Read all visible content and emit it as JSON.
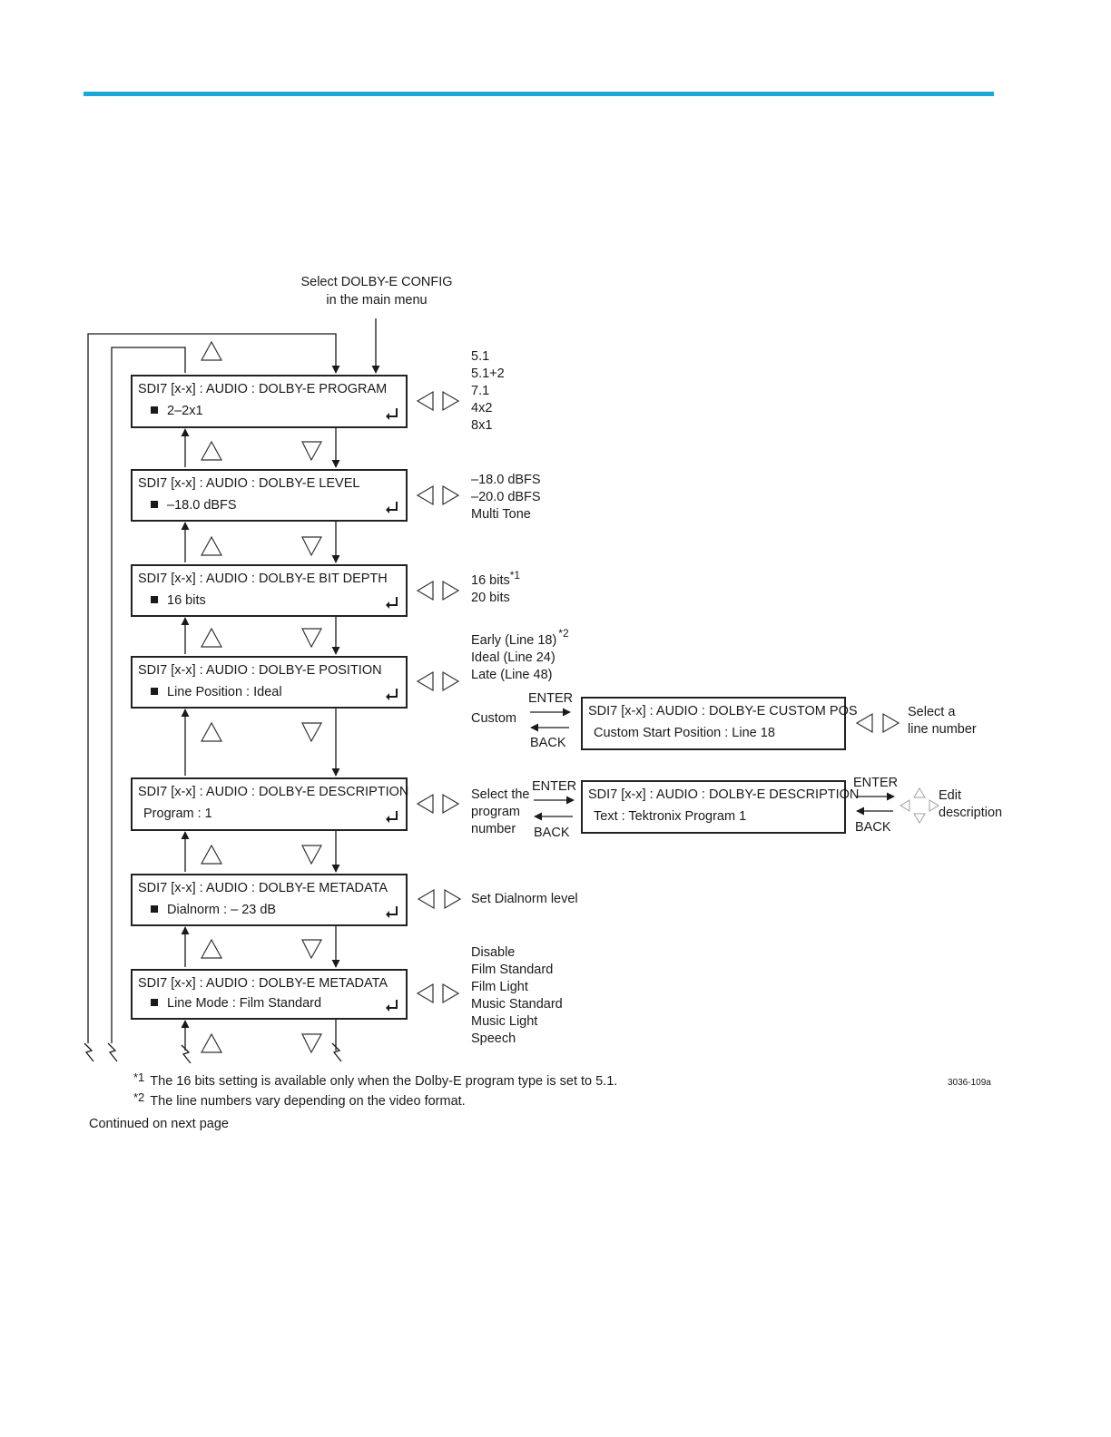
{
  "header": {
    "accent_color": "#1ba8d6"
  },
  "diagram": {
    "start_note": [
      "Select DOLBY-E CONFIG",
      "in the main menu"
    ],
    "menus": [
      {
        "title": "SDI7 [x-x] : AUDIO : DOLBY-E PROGRAM",
        "value": "2–2x1",
        "bullet": true
      },
      {
        "title": "SDI7 [x-x] : AUDIO : DOLBY-E LEVEL",
        "value": "–18.0 dBFS",
        "bullet": true
      },
      {
        "title": "SDI7 [x-x] : AUDIO : DOLBY-E BIT DEPTH",
        "value": "16 bits",
        "bullet": true
      },
      {
        "title": "SDI7 [x-x] : AUDIO : DOLBY-E POSITION",
        "value": "Line Position :  Ideal",
        "bullet": true
      },
      {
        "title": "SDI7 [x-x] : AUDIO : DOLBY-E DESCRIPTION",
        "value": "Program :  1",
        "bullet": false
      },
      {
        "title": "SDI7 [x-x] : AUDIO : DOLBY-E METADATA",
        "value": "Dialnorm :  – 23 dB",
        "bullet": true
      },
      {
        "title": "SDI7 [x-x] : AUDIO : DOLBY-E METADATA",
        "value": "Line Mode :  Film Standard",
        "bullet": true
      }
    ],
    "options": {
      "program": [
        "5.1",
        "5.1+2",
        "7.1",
        "4x2",
        "8x1"
      ],
      "level": [
        "–18.0 dBFS",
        "–20.0 dBFS",
        "Multi Tone"
      ],
      "bit_depth": {
        "first": "16 bits",
        "first_mark": "*1",
        "second": "20 bits"
      },
      "position": {
        "first": "Early (Line 18)",
        "first_mark": "*2",
        "rest": [
          "Ideal (Line 24)",
          "Late (Line 48)"
        ],
        "custom": "Custom"
      },
      "description": [
        "Select the",
        "program",
        "number"
      ],
      "dialnorm": "Set Dialnorm level",
      "line_mode": [
        "Disable",
        "Film Standard",
        "Film Light",
        "Music Standard",
        "Music Light",
        "Speech"
      ]
    },
    "submenus": {
      "custom_pos": {
        "title": "SDI7 [x-x] : AUDIO : DOLBY-E CUSTOM POS",
        "value": "Custom Start Position : Line 18"
      },
      "description": {
        "title": "SDI7 [x-x] : AUDIO : DOLBY-E DESCRIPTION",
        "value": "Text : Tektronix Program 1"
      }
    },
    "nav_labels": {
      "enter": "ENTER",
      "back": "BACK"
    },
    "select_line": [
      "Select a",
      "line number"
    ],
    "edit_description": [
      "Edit",
      "description"
    ],
    "figure_id": "3036-109a",
    "footnotes": [
      {
        "mark": "*1",
        "text": "The 16 bits setting is available only when the Dolby-E program type is set to 5.1."
      },
      {
        "mark": "*2",
        "text": "The line numbers vary depending on the video format."
      }
    ],
    "continued": "Continued on next page"
  }
}
